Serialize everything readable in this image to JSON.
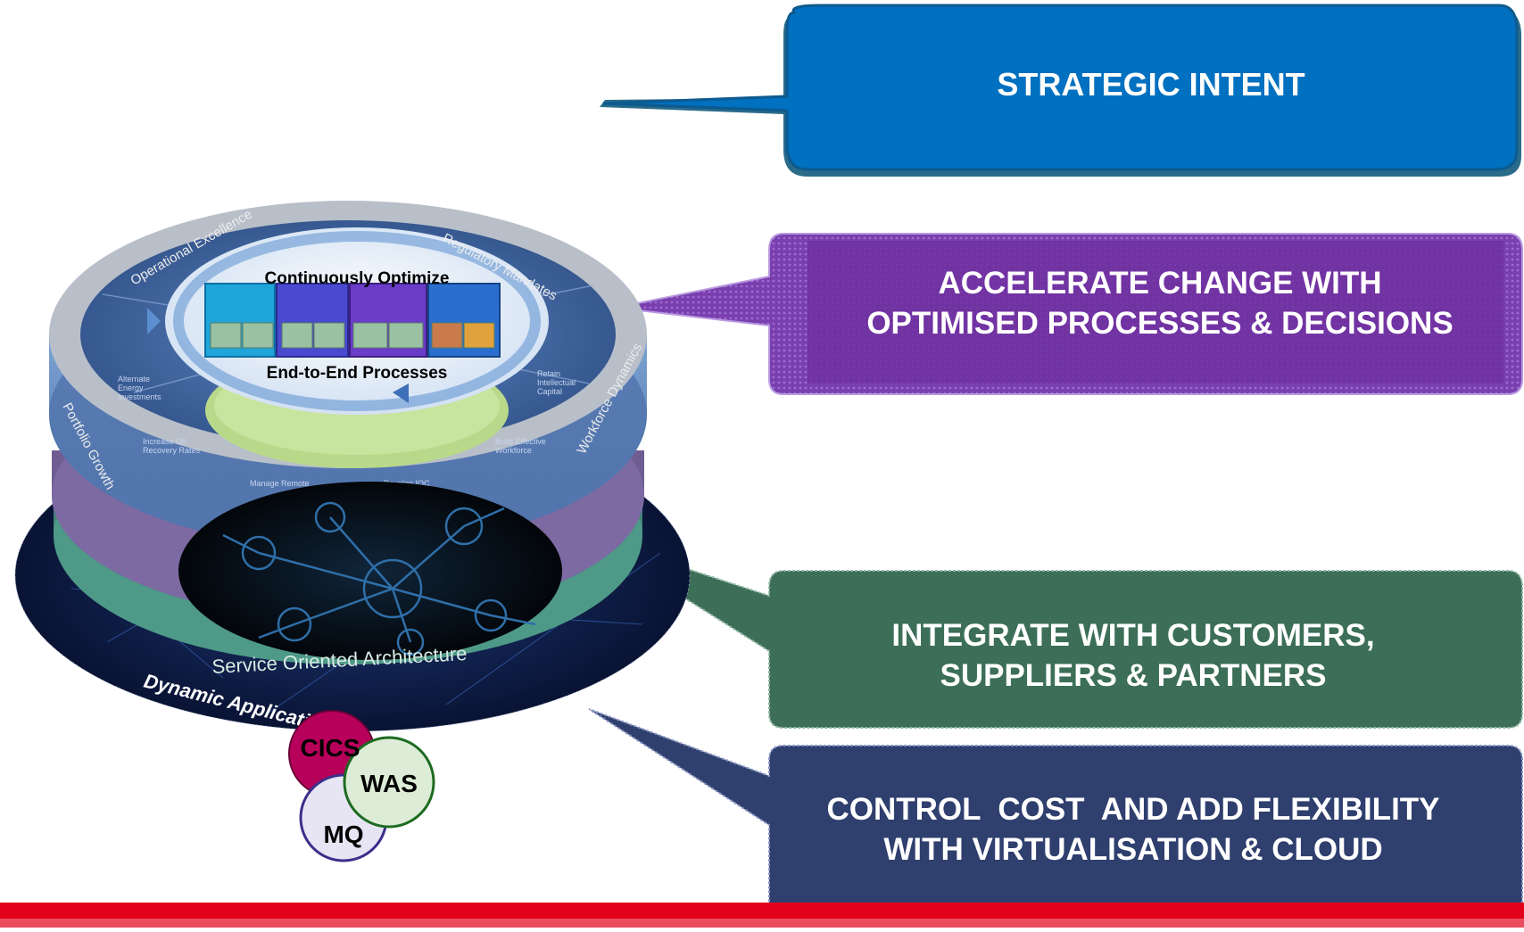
{
  "callouts": {
    "strategic_intent": "STRATEGIC INTENT",
    "accelerate_line1": "ACCELERATE CHANGE WITH",
    "accelerate_line2": "OPTIMISED PROCESSES & DECISIONS",
    "integrate_line1": "INTEGRATE WITH CUSTOMERS,",
    "integrate_line2": "SUPPLIERS & PARTNERS",
    "control_line1": "CONTROL  COST  AND ADD FLEXIBILITY",
    "control_line2": "WITH VIRTUALISATION & CLOUD"
  },
  "stack": {
    "continuously_optimize": "Continuously Optimize",
    "end_to_end_processes": "End-to-End Processes",
    "outer_ring_top_left": "Operational Excellence",
    "outer_ring_top_right": "Regulatory Mandates",
    "outer_ring_left": "Portfolio Growth",
    "outer_ring_right": "Workforce Dynamics",
    "soa_label": "Service Oriented Architecture",
    "dai_label": "Dynamic Application Infrastructure"
  },
  "products": {
    "cics": "CICS",
    "was": "WAS",
    "mq": "MQ"
  },
  "colors": {
    "intent_blue": "#0070c0",
    "accelerate_purple": "#7030a0",
    "integrate_green": "#3c6e58",
    "control_navy": "#2f3f6e",
    "bottom_bar_red": "#e3001b"
  }
}
